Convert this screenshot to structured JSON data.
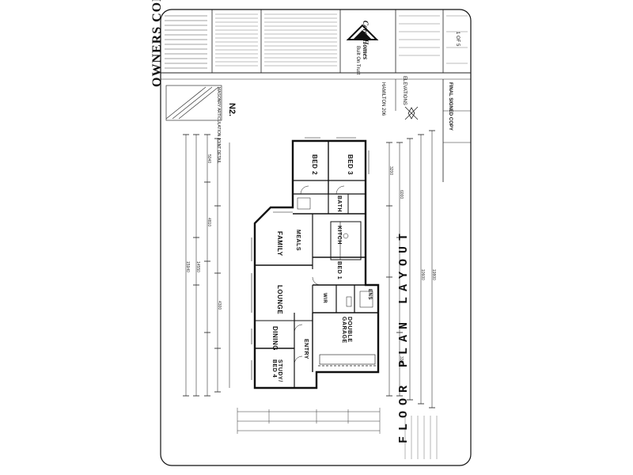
{
  "stamp": {
    "owners_copy": "OWNERS COPY"
  },
  "builder": {
    "brand": "Coral Homes",
    "tagline": "Built On Trust"
  },
  "plan": {
    "north_label": "N2.",
    "masonry_note": "MASONRY ARTICULATION JOINT DETAIL",
    "house_name": "HAMILTON 206",
    "elevations": "ELEVATIONS",
    "final_signed": "FINAL SIGNED COPY",
    "page": "1 OF 5",
    "title": "FLOOR PLAN LAYOUT"
  },
  "rooms": {
    "bed2": "BED 2",
    "bed3": "BED 3",
    "bath": "BATH",
    "family": "FAMILY",
    "meals": "MEALS",
    "kitch": "KITCH",
    "bed1": "BED 1",
    "lounge": "LOUNGE",
    "wir": "WIR",
    "ens": "ENS",
    "dining": "DINING",
    "entry": "ENTRY",
    "double_garage": "DOUBLE GARAGE",
    "study": "STUDY/ BED 4"
  },
  "dimensions": {
    "overall_a": "15940",
    "overall_b": "14550",
    "overall_c": "19800",
    "overall_d": "10600",
    "sub_1": "5040",
    "sub_2": "4810",
    "sub_3": "4300",
    "sub_4": "3200",
    "sub_5": "6000",
    "sub_6": "3300"
  },
  "colors": {
    "ink": "#111111",
    "line": "#222222",
    "light": "#9a9a9a"
  }
}
